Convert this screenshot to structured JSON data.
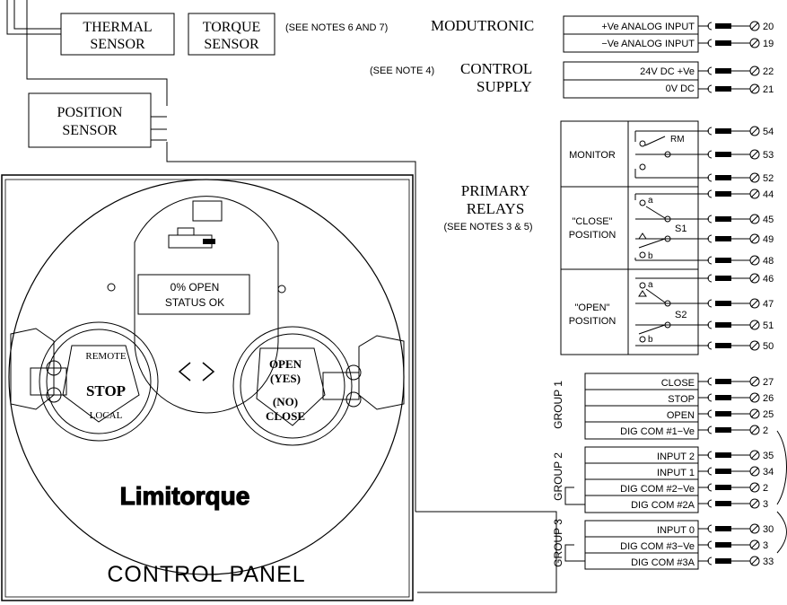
{
  "sensors": {
    "thermal": [
      "THERMAL",
      "SENSOR"
    ],
    "torque": [
      "TORQUE",
      "SENSOR"
    ],
    "position": [
      "POSITION",
      "SENSOR"
    ]
  },
  "modutronic": {
    "note": "(SEE NOTES 6 AND 7)",
    "title": "MODUTRONIC"
  },
  "control_supply": {
    "note": "(SEE NOTE 4)",
    "title_line1": "CONTROL",
    "title_line2": "SUPPLY"
  },
  "primary_relays": {
    "line1": "PRIMARY",
    "line2": "RELAYS",
    "note": "(SEE NOTES 3 & 5)"
  },
  "analog_inputs": [
    {
      "label": "+Ve ANALOG INPUT",
      "terminal": "20"
    },
    {
      "label": "−Ve ANALOG INPUT",
      "terminal": "19"
    }
  ],
  "supply_rows": [
    {
      "label": "24V DC +Ve",
      "terminal": "22"
    },
    {
      "label": "0V DC",
      "terminal": "21"
    }
  ],
  "relay_blocks": [
    {
      "name_lines": [
        "MONITOR"
      ],
      "relay": "RM"
    },
    {
      "name_lines": [
        "\"CLOSE\"",
        "POSITION"
      ],
      "relay": "S1"
    },
    {
      "name_lines": [
        "\"OPEN\"",
        "POSITION"
      ],
      "relay": "S2"
    }
  ],
  "contact_letters": {
    "a": "a",
    "b": "b"
  },
  "relay_terminals": [
    "54",
    "53",
    "52",
    "44",
    "45",
    "49",
    "48",
    "46",
    "47",
    "51",
    "50"
  ],
  "groups": [
    {
      "label": "GROUP 1",
      "rows": [
        {
          "label": "CLOSE",
          "terminal": "27"
        },
        {
          "label": "STOP",
          "terminal": "26"
        },
        {
          "label": "OPEN",
          "terminal": "25"
        },
        {
          "label": "DIG COM #1−Ve",
          "terminal": "2"
        }
      ]
    },
    {
      "label": "GROUP 2",
      "rows": [
        {
          "label": "INPUT 2",
          "terminal": "35"
        },
        {
          "label": "INPUT 1",
          "terminal": "34"
        },
        {
          "label": "DIG COM #2−Ve",
          "terminal": "2"
        },
        {
          "label": "DIG COM #2A",
          "terminal": "3"
        }
      ]
    },
    {
      "label": "GROUP 3",
      "rows": [
        {
          "label": "INPUT 0",
          "terminal": "30"
        },
        {
          "label": "DIG COM #3−Ve",
          "terminal": "3"
        },
        {
          "label": "DIG COM #3A",
          "terminal": "33"
        }
      ]
    }
  ],
  "control_panel": {
    "display_line1": "0% OPEN",
    "display_line2": "STATUS OK",
    "left_knob": {
      "remote": "REMOTE",
      "stop": "STOP",
      "local": "LOCAL"
    },
    "right_knob": {
      "open": "OPEN",
      "yes": "(YES)",
      "no": "(NO)",
      "close": "CLOSE"
    },
    "brand": "Limitorque",
    "caption": "CONTROL PANEL"
  }
}
